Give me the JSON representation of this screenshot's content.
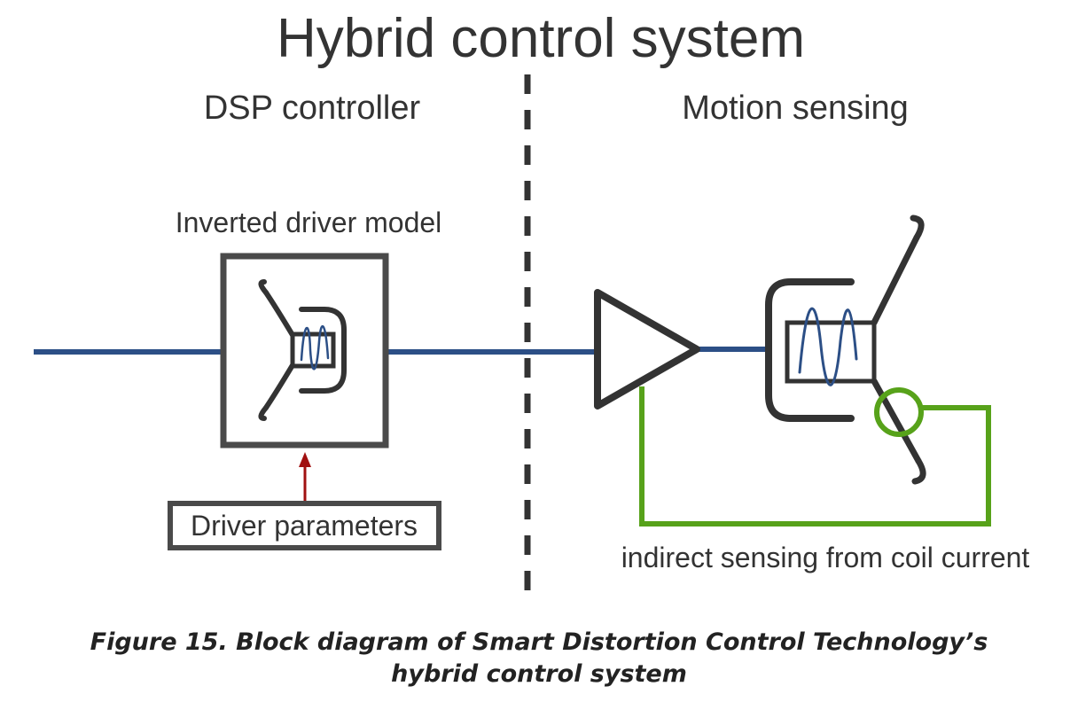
{
  "diagram": {
    "title": "Hybrid control system",
    "left_section": "DSP controller",
    "right_section": "Motion sensing",
    "model_label": "Inverted driver model",
    "params_label": "Driver parameters",
    "feedback_label": "indirect sensing from coil current",
    "caption_line1": "Figure 15. Block diagram of Smart Distortion Control Technology’s",
    "caption_line2": "hybrid control system"
  },
  "colors": {
    "signal": "#2c4f86",
    "outline": "#333333",
    "box": "#4a4a4a",
    "feedback": "#57a21a",
    "arrow": "#a11010"
  }
}
